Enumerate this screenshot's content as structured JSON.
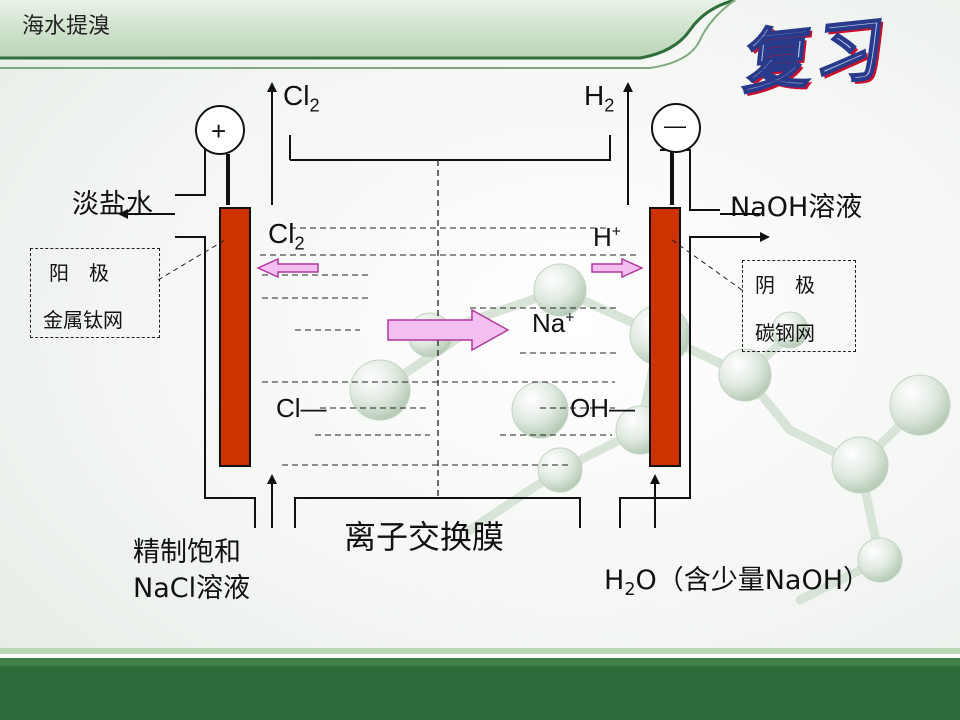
{
  "header": {
    "title": "海水提溴",
    "badge": "复习"
  },
  "diagram": {
    "anode_sign": "+",
    "cathode_sign": "—",
    "gas_left": {
      "base": "Cl",
      "sub": "2"
    },
    "gas_right": {
      "base": "H",
      "sub": "2"
    },
    "outlet_left": "淡盐水",
    "outlet_right": "NaOH溶液",
    "anode_box": {
      "line1": "阳　极",
      "line2": "金属钛网"
    },
    "cathode_box": {
      "line1": "阴　极",
      "line2": "碳钢网"
    },
    "species_cl2": {
      "base": "Cl",
      "sub": "2"
    },
    "species_h": {
      "base": "H",
      "sup": "+"
    },
    "species_na": {
      "base": "Na",
      "sup": "+"
    },
    "species_cl": "Cl—",
    "species_oh": "OH—",
    "membrane_label": "离子交换膜",
    "inlet_left_line1": "精制饱和",
    "inlet_left_line2": "NaCl溶液",
    "inlet_right": {
      "base": "H",
      "sub": "2",
      "rest": "O（含少量NaOH）"
    }
  },
  "colors": {
    "electrode": "#cc3300",
    "arrow_fill": "#f4bff0",
    "arrow_stroke": "#b0389c",
    "band_dark": "#2e6b3a",
    "band_light": "#b8d8b4"
  }
}
